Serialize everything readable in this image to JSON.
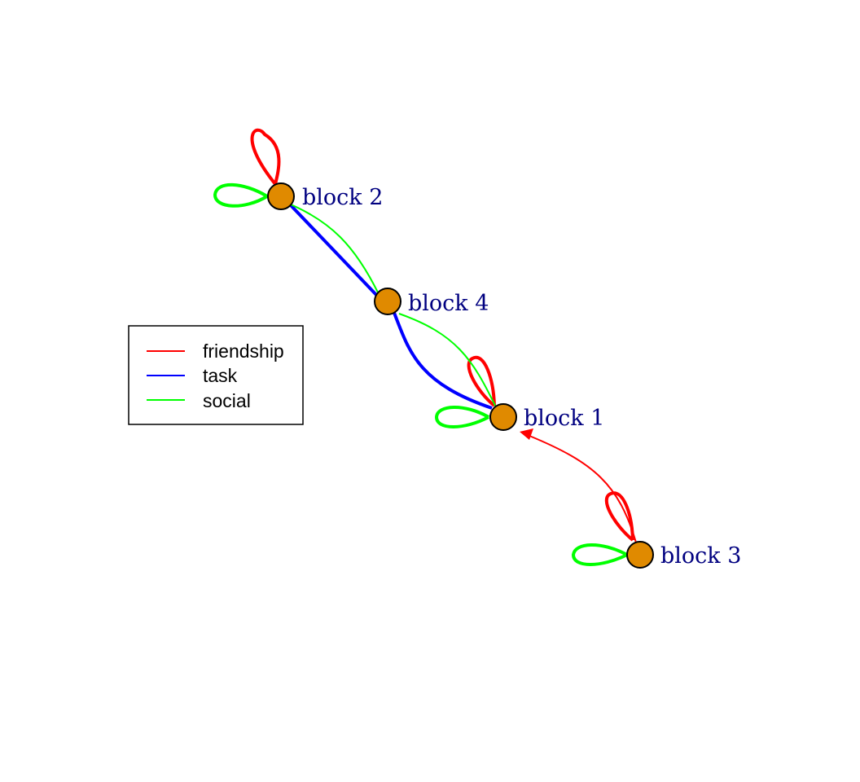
{
  "colors": {
    "node_fill": "#e08a00",
    "node_stroke": "#000000",
    "label": "#000080",
    "friendship": "#ff0000",
    "task": "#0000ff",
    "social": "#00ff00"
  },
  "nodes": [
    {
      "id": "b1",
      "label": "block 1"
    },
    {
      "id": "b2",
      "label": "block 2"
    },
    {
      "id": "b3",
      "label": "block 3"
    },
    {
      "id": "b4",
      "label": "block 4"
    }
  ],
  "relations": [
    {
      "key": "friendship",
      "label": "friendship"
    },
    {
      "key": "task",
      "label": "task"
    },
    {
      "key": "social",
      "label": "social"
    }
  ],
  "edges": [
    {
      "relation": "friendship",
      "from": "b2",
      "to": "b2",
      "weight": "strong"
    },
    {
      "relation": "social",
      "from": "b2",
      "to": "b2",
      "weight": "strong"
    },
    {
      "relation": "friendship",
      "from": "b1",
      "to": "b1",
      "weight": "strong"
    },
    {
      "relation": "social",
      "from": "b1",
      "to": "b1",
      "weight": "strong"
    },
    {
      "relation": "friendship",
      "from": "b3",
      "to": "b3",
      "weight": "strong"
    },
    {
      "relation": "social",
      "from": "b3",
      "to": "b3",
      "weight": "strong"
    },
    {
      "relation": "task",
      "from": "b2",
      "to": "b4",
      "weight": "strong"
    },
    {
      "relation": "social",
      "from": "b2",
      "to": "b4",
      "weight": "weak"
    },
    {
      "relation": "task",
      "from": "b4",
      "to": "b1",
      "weight": "strong"
    },
    {
      "relation": "social",
      "from": "b4",
      "to": "b1",
      "weight": "weak"
    },
    {
      "relation": "friendship",
      "from": "b3",
      "to": "b1",
      "weight": "weak",
      "directed": true
    }
  ]
}
